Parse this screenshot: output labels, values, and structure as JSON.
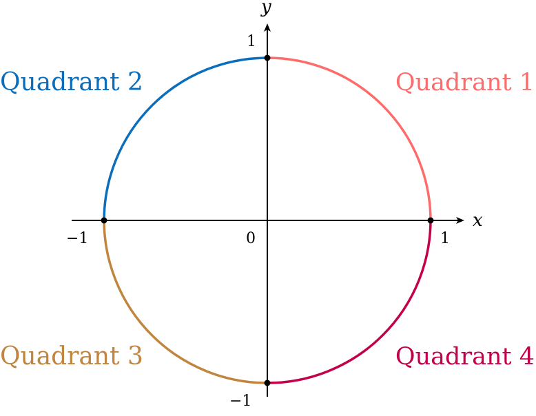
{
  "diagram": {
    "axes": {
      "x_label": "x",
      "y_label": "y"
    },
    "ticks": {
      "x_neg": "−1",
      "x_pos": "1",
      "origin": "0",
      "y_pos": "1",
      "y_neg": "−1"
    },
    "quadrants": [
      {
        "label": "Quadrant 1",
        "color": "#fd6b6b"
      },
      {
        "label": "Quadrant 2",
        "color": "#0a6ebd"
      },
      {
        "label": "Quadrant 3",
        "color": "#c0853e"
      },
      {
        "label": "Quadrant 4",
        "color": "#c3004a"
      }
    ],
    "axis_color": "#000000"
  }
}
